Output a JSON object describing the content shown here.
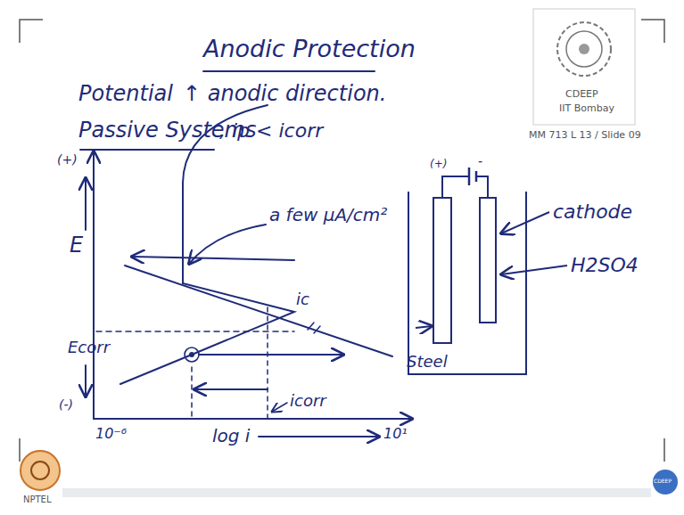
{
  "diagram": {
    "title": "Anodic Protection",
    "labels": [
      "Potential",
      "↑ anodic direction.",
      "Passive Systems",
      ", ip < icorr",
      "CDEEP",
      "IIT Bombay",
      "MM 713 L 13 / Slide 09",
      "(+)",
      "E",
      "Ecorr",
      "(-)",
      "a few μA/cm²",
      "ic",
      "icorr",
      "10⁻⁶",
      "log i",
      "10¹",
      "(+)",
      "-",
      "cathode",
      "H2SO4",
      "Steel",
      "NPTEL",
      "CDEEP"
    ]
  }
}
